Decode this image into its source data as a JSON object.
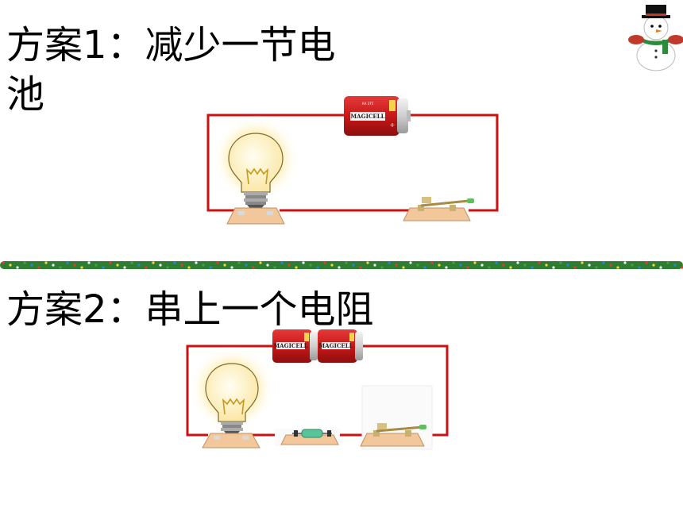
{
  "plan1": {
    "title_line1": "方案1：减少一节电",
    "title_line2": "池"
  },
  "plan2": {
    "title": "方案2：串上一个电阻"
  },
  "battery": {
    "brand": "MAGICELL",
    "small_text": "AA 375"
  },
  "colors": {
    "wire": "#cc1111",
    "battery_red": "#cc1a1a",
    "bulb_glow": "#fff2c2",
    "garland_green": "#2e7d32"
  },
  "icons": [
    "snowman-icon",
    "bulb-icon",
    "battery-icon",
    "switch-icon",
    "resistor-icon",
    "garland-divider"
  ]
}
